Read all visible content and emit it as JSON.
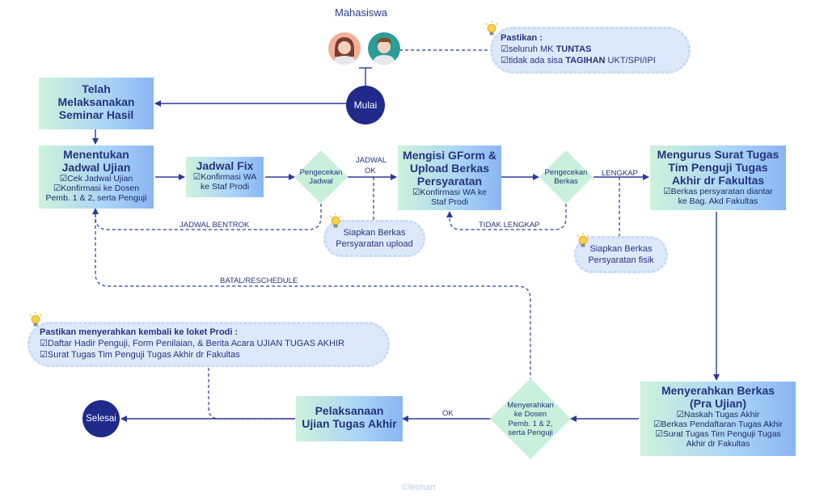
{
  "mahasiswa": "Mahasiswa",
  "pastikan": {
    "title": "Pastikan :",
    "line1_pre": "seluruh MK ",
    "line1_bold": "TUNTAS",
    "line2_pre": "tidak ada sisa ",
    "line2_bold": "TAGIHAN",
    "line2_post": " UKT/SPI/IPI"
  },
  "mulai": "Mulai",
  "selesai": "Selesai",
  "seminar": {
    "l1": "Telah",
    "l2": "Melaksanakan",
    "l3": "Seminar Hasil"
  },
  "jadwal_ujian": {
    "l1": "Menentukan",
    "l2": "Jadwal Ujian",
    "s1": "Cek Jadwal Ujian",
    "s2": "Konfirmasi ke Dosen",
    "s3": "Pemb. 1 & 2, serta Penguji"
  },
  "jadwal_fix": {
    "title": "Jadwal Fix",
    "s1": "Konfirmasi WA",
    "s2": "ke Staf Prodi"
  },
  "pengecekan_jadwal": {
    "l1": "Pengecekan",
    "l2": "Jadwal"
  },
  "gform": {
    "l1": "Mengisi GForm &",
    "l2": "Upload Berkas",
    "l3": "Persyaratan",
    "s1": "Konfirmasi WA ke",
    "s2": "Staf Prodi"
  },
  "pengecekan_berkas": {
    "l1": "Pengecekan",
    "l2": "Berkas"
  },
  "surat_tugas": {
    "l1": "Mengurus Surat Tugas",
    "l2": "Tim Penguji Tugas",
    "l3": "Akhir dr Fakultas",
    "s1": "Berkas persyaratan diantar",
    "s2": "ke Bag. Akd Fakultas"
  },
  "siapkan_upload": {
    "l1": "Siapkan Berkas",
    "l2": "Persyaratan upload"
  },
  "siapkan_fisik": {
    "l1": "Siapkan Berkas",
    "l2": "Persyaratan fisik"
  },
  "edge_labels": {
    "jadwal_ok_1": "JADWAL",
    "jadwal_ok_2": "OK",
    "jadwal_bentrok": "JADWAL BENTROK",
    "lengkap": "LENGKAP",
    "tidak_lengkap": "TIDAK LENGKAP",
    "batal": "BATAL/RESCHEDULE",
    "ok": "OK"
  },
  "kembali": {
    "title": "Pastikan menyerahkan kembali ke loket Prodi :",
    "s1": "Daftar Hadir Penguji, Form Penilaian, & Berita Acara UJIAN TUGAS AKHIR",
    "s2": "Surat Tugas Tim Penguji Tugas Akhir dr Fakultas"
  },
  "pelaksanaan": {
    "l1": "Pelaksanaan",
    "l2": "Ujian Tugas Akhir"
  },
  "menyerahkan_dosen": {
    "l1": "Menyerahkan",
    "l2": "ke Dosen",
    "l3": "Pemb. 1 & 2,",
    "l4": "serta Penguji"
  },
  "pra_ujian": {
    "l1": "Menyerahkan Berkas",
    "l2": "(Pra Ujian)",
    "s1": "Naskah Tugas Akhir",
    "s2": "Berkas Pendaftaran Tugas Akhir",
    "s3": "Surat Tugas Tim Penguji Tugas",
    "s4": "Akhir dr Fakultas"
  },
  "credit": "©leonarr",
  "colors": {
    "navy": "#1f2a8a",
    "text": "#26337e",
    "diamond": "#c8f0db",
    "line": "#2b3a9a"
  }
}
